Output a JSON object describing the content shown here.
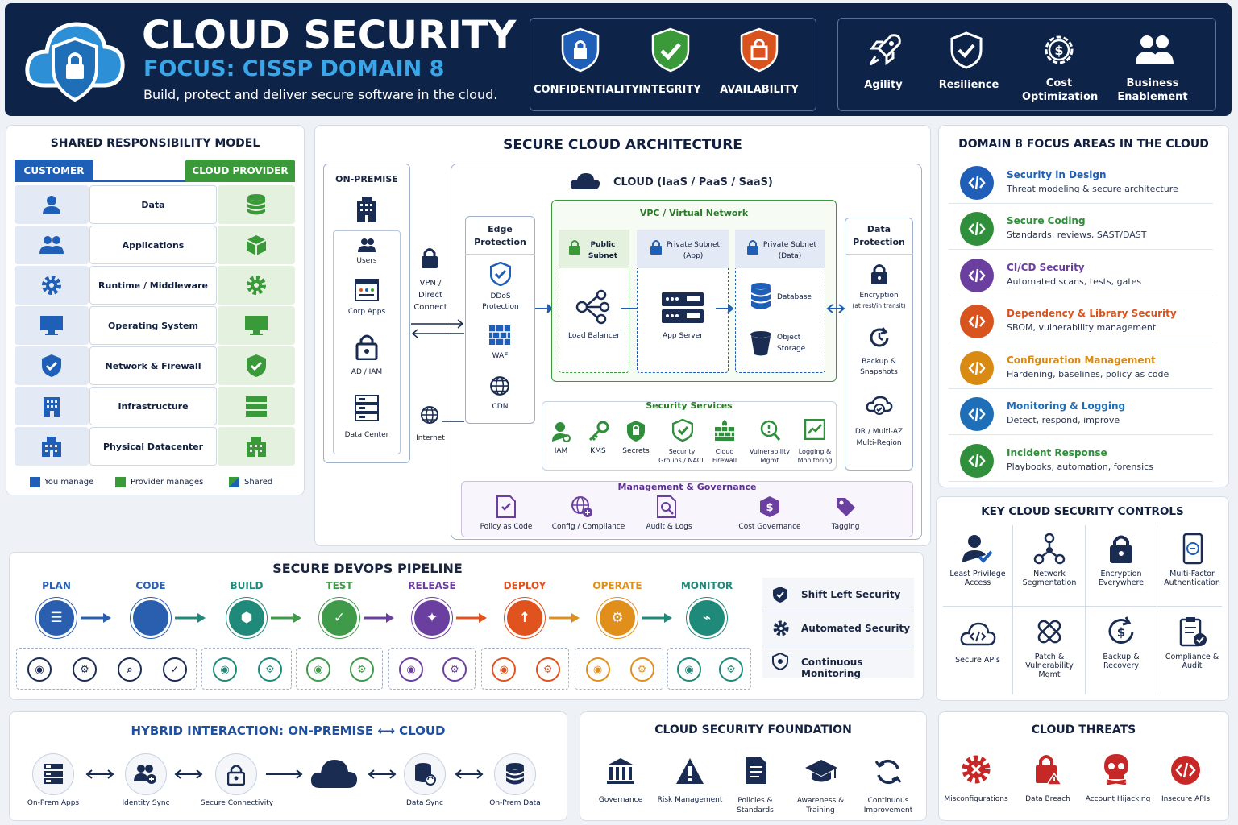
{
  "header": {
    "title": "CLOUD SECURITY",
    "subtitle": "FOCUS: CISSP DOMAIN 8",
    "tagline": "Build, protect and deliver secure software in the cloud.",
    "cia": [
      {
        "label": "CONFIDENTIALITY",
        "color": "#1f5fb8"
      },
      {
        "label": "INTEGRITY",
        "color": "#3a9a3a"
      },
      {
        "label": "AVAILABILITY",
        "color": "#d9531e"
      }
    ],
    "benefits": [
      {
        "label": "Agility",
        "icon": "rocket-icon"
      },
      {
        "label": "Resilience",
        "icon": "shield-check-icon"
      },
      {
        "label": "Cost Optimization",
        "icon": "dollar-gear-icon"
      },
      {
        "label": "Business Enablement",
        "icon": "people-icon"
      }
    ]
  },
  "shared": {
    "title": "SHARED RESPONSIBILITY MODEL",
    "customer": "CUSTOMER",
    "provider": "CLOUD PROVIDER",
    "rows": [
      "Data",
      "Applications",
      "Runtime / Middleware",
      "Operating System",
      "Network & Firewall",
      "Infrastructure",
      "Physical Datacenter"
    ],
    "legend": [
      "You manage",
      "Provider manages",
      "Shared"
    ]
  },
  "arch": {
    "title": "SECURE CLOUD ARCHITECTURE",
    "onprem": "ON-PREMISE",
    "onprem_items": [
      "Users",
      "Corp Apps",
      "AD / IAM",
      "Data Center"
    ],
    "vpn": "VPN / Direct Connect",
    "internet": "Internet",
    "cloud": "CLOUD (IaaS / PaaS / SaaS)",
    "edge": "Edge Protection",
    "edge_items": [
      "DDoS Protection",
      "WAF",
      "CDN"
    ],
    "vpc": "VPC / Virtual Network",
    "public": "Public Subnet",
    "private_app": "Private Subnet (App)",
    "private_data": "Private Subnet (Data)",
    "lb": "Load Balancer",
    "app": "App Server",
    "db": "Database",
    "obj": "Object Storage",
    "dp": "Data Protection",
    "dp_items": [
      "Encryption",
      "(at rest/in transit)",
      "Backup & Snapshots",
      "DR / Multi-AZ Multi-Region"
    ],
    "sec_title": "Security Services",
    "sec_items": [
      "IAM",
      "KMS",
      "Secrets",
      "Security Groups / NACL",
      "Cloud Firewall",
      "Vulnerability Mgmt",
      "Logging & Monitoring"
    ],
    "gov_title": "Management & Governance",
    "gov_items": [
      "Policy as Code",
      "Config / Compliance",
      "Audit & Logs",
      "Cost Governance",
      "Tagging"
    ]
  },
  "focus": {
    "title": "DOMAIN 8 FOCUS AREAS IN THE CLOUD",
    "items": [
      {
        "t": "Security in Design",
        "d": "Threat modeling & secure architecture",
        "c": "#1f5fb8"
      },
      {
        "t": "Secure Coding",
        "d": "Standards, reviews, SAST/DAST",
        "c": "#2f8f3a"
      },
      {
        "t": "CI/CD Security",
        "d": "Automated scans, tests, gates",
        "c": "#6b3fa0"
      },
      {
        "t": "Dependency & Library Security",
        "d": "SBOM, vulnerability management",
        "c": "#d9531e"
      },
      {
        "t": "Configuration Management",
        "d": "Hardening, baselines, policy as code",
        "c": "#d98a12"
      },
      {
        "t": "Monitoring & Logging",
        "d": "Detect, respond, improve",
        "c": "#1f6fb8"
      },
      {
        "t": "Incident Response",
        "d": "Playbooks, automation, forensics",
        "c": "#2f8f3a"
      }
    ]
  },
  "pipeline": {
    "title": "SECURE DEVOPS PIPELINE",
    "stages": [
      {
        "l": "PLAN",
        "c": "#2a5fb0"
      },
      {
        "l": "CODE",
        "c": "#2a5fb0"
      },
      {
        "l": "BUILD",
        "c": "#1f8a7a"
      },
      {
        "l": "TEST",
        "c": "#3f9a4a"
      },
      {
        "l": "RELEASE",
        "c": "#6b3fa0"
      },
      {
        "l": "DEPLOY",
        "c": "#e0531e"
      },
      {
        "l": "OPERATE",
        "c": "#e0901a"
      },
      {
        "l": "MONITOR",
        "c": "#1f8a7a"
      }
    ],
    "features": [
      "Shift Left Security",
      "Automated Security",
      "Continuous Monitoring"
    ]
  },
  "controls": {
    "title": "KEY CLOUD SECURITY CONTROLS",
    "items": [
      "Least Privilege Access",
      "Network Segmentation",
      "Encryption Everywhere",
      "Multi-Factor Authentication",
      "Secure APIs",
      "Patch & Vulnerability Mgmt",
      "Backup & Recovery",
      "Compliance & Audit"
    ]
  },
  "hybrid": {
    "title": "HYBRID INTERACTION: ON-PREMISE ⟷ CLOUD",
    "items": [
      "On-Prem Apps",
      "Identity Sync",
      "Secure Connectivity",
      "Data Sync",
      "On-Prem Data"
    ]
  },
  "foundation": {
    "title": "CLOUD SECURITY FOUNDATION",
    "items": [
      "Governance",
      "Risk Management",
      "Policies & Standards",
      "Awareness & Training",
      "Continuous Improvement"
    ]
  },
  "threats": {
    "title": "CLOUD THREATS",
    "items": [
      "Misconfigurations",
      "Data Breach",
      "Account Hijacking",
      "Insecure APIs"
    ]
  }
}
